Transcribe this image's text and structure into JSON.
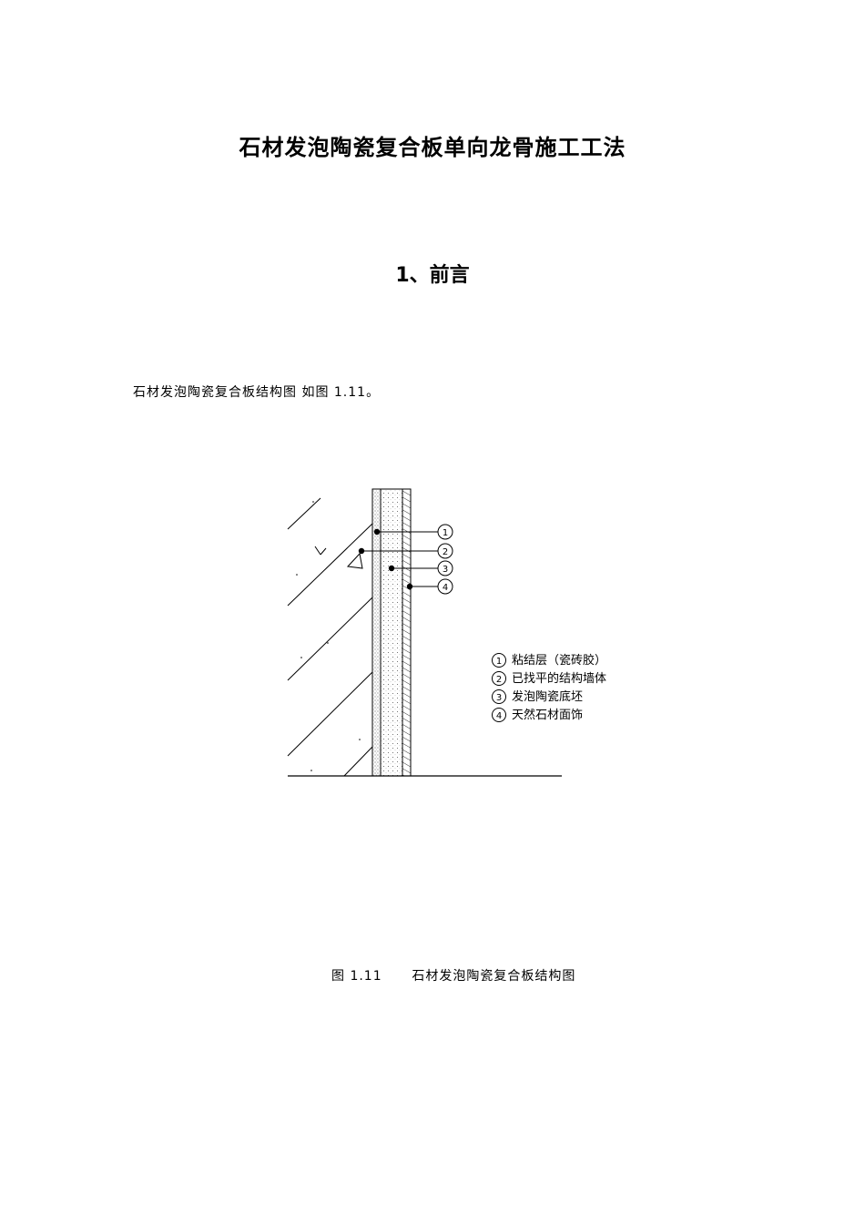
{
  "doc_title": "石材发泡陶瓷复合板单向龙骨施工工法",
  "section_heading": "1、前言",
  "intro_text": "石材发泡陶瓷复合板结构图 如图 1.11。",
  "figure": {
    "callouts": [
      "1",
      "2",
      "3",
      "4"
    ],
    "legend": [
      {
        "num": "1",
        "label": "粘结层（瓷砖胶）"
      },
      {
        "num": "2",
        "label": "已找平的结构墙体"
      },
      {
        "num": "3",
        "label": "发泡陶瓷底坯"
      },
      {
        "num": "4",
        "label": "天然石材面饰"
      }
    ]
  },
  "caption": {
    "number": "图 1.11",
    "text": "石材发泡陶瓷复合板结构图"
  }
}
